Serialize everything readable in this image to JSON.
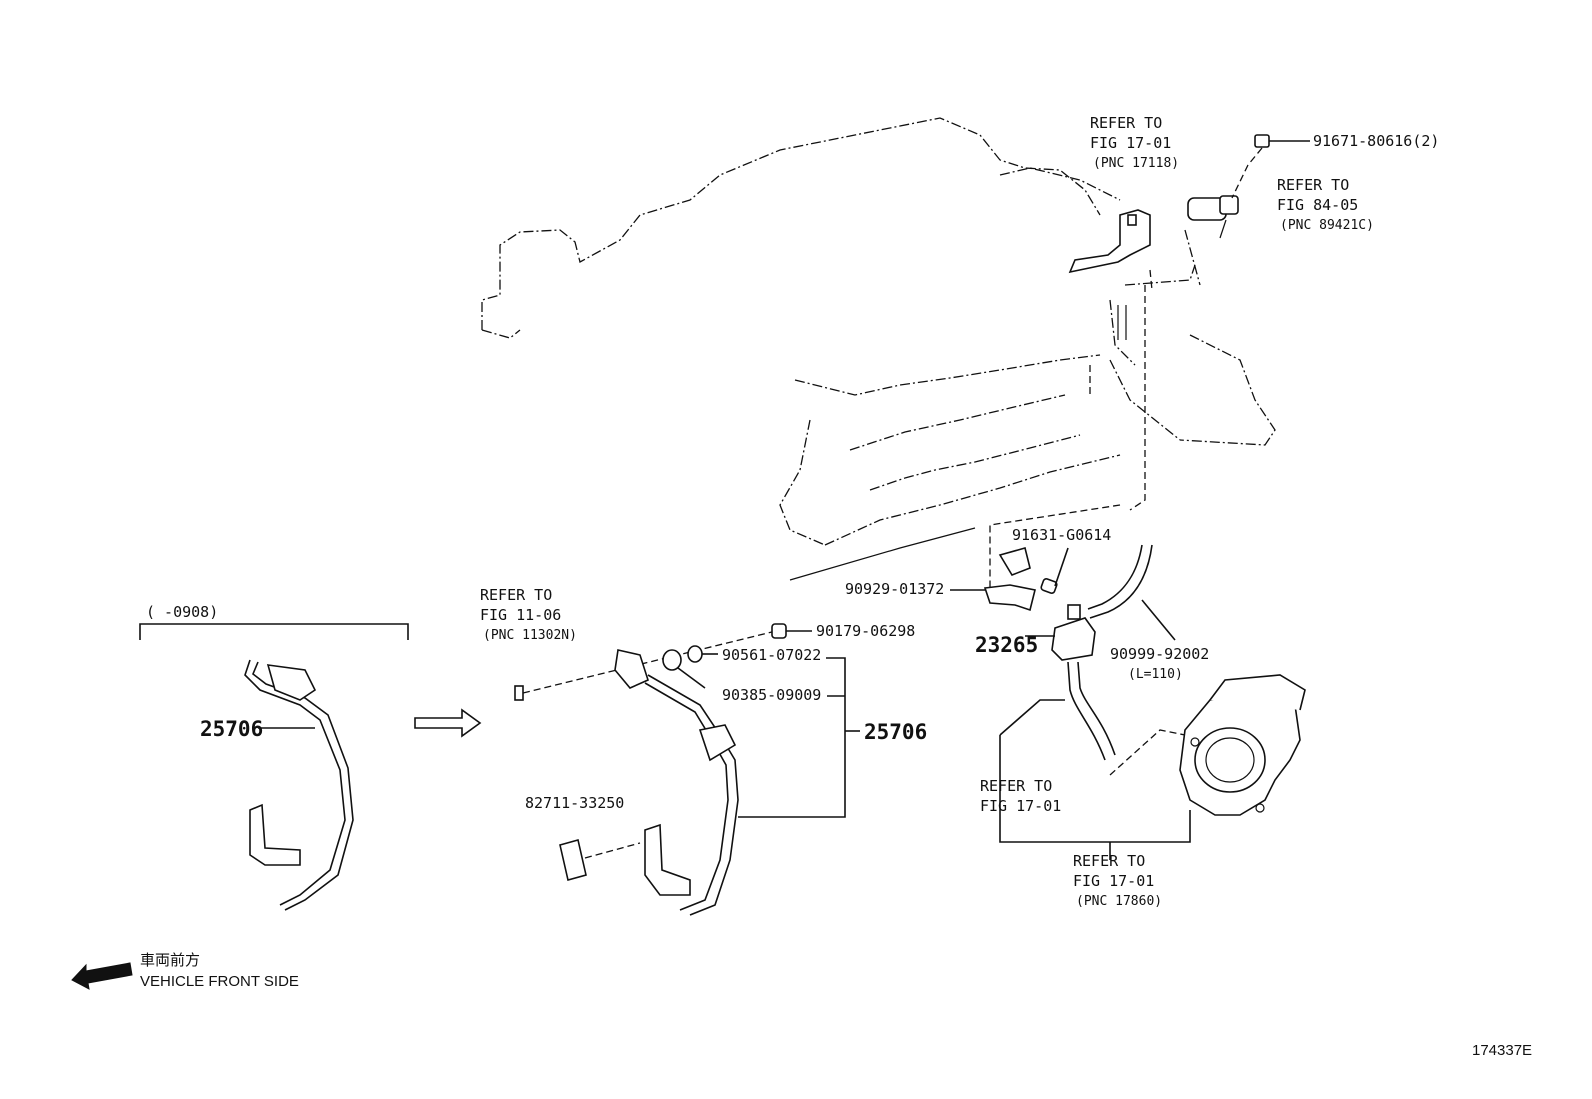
{
  "callouts": {
    "refer_17118": [
      "REFER TO",
      "FIG 17-01",
      "(PNC 17118)"
    ],
    "bolt_91671": "91671-80616(2)",
    "refer_89421c": [
      "REFER TO",
      "FIG 84-05",
      "(PNC 89421C)"
    ],
    "bolt_91631": "91631-G0614",
    "clamp_90929": "90929-01372",
    "vsv_23265": "23265",
    "hose_90999": "90999-92002",
    "hose_length": "(L=110)",
    "refer_1701_left": [
      "REFER TO",
      "FIG 17-01"
    ],
    "refer_17860": [
      "REFER TO",
      "FIG 17-01",
      "(PNC 17860)"
    ],
    "refer_11302n": [
      "REFER TO",
      "FIG 11-06",
      "(PNC 11302N)"
    ],
    "nut_90179": "90179-06298",
    "washer_90561": "90561-07022",
    "collar_90385": "90385-09009",
    "pipe_25706_right": "25706",
    "clip_82711": "82711-33250",
    "pipe_25706_left": "25706",
    "date_range": "(      -0908)"
  },
  "orientation": {
    "jp": "車両前方",
    "en": "VEHICLE FRONT SIDE"
  },
  "figure_id": "174337E"
}
